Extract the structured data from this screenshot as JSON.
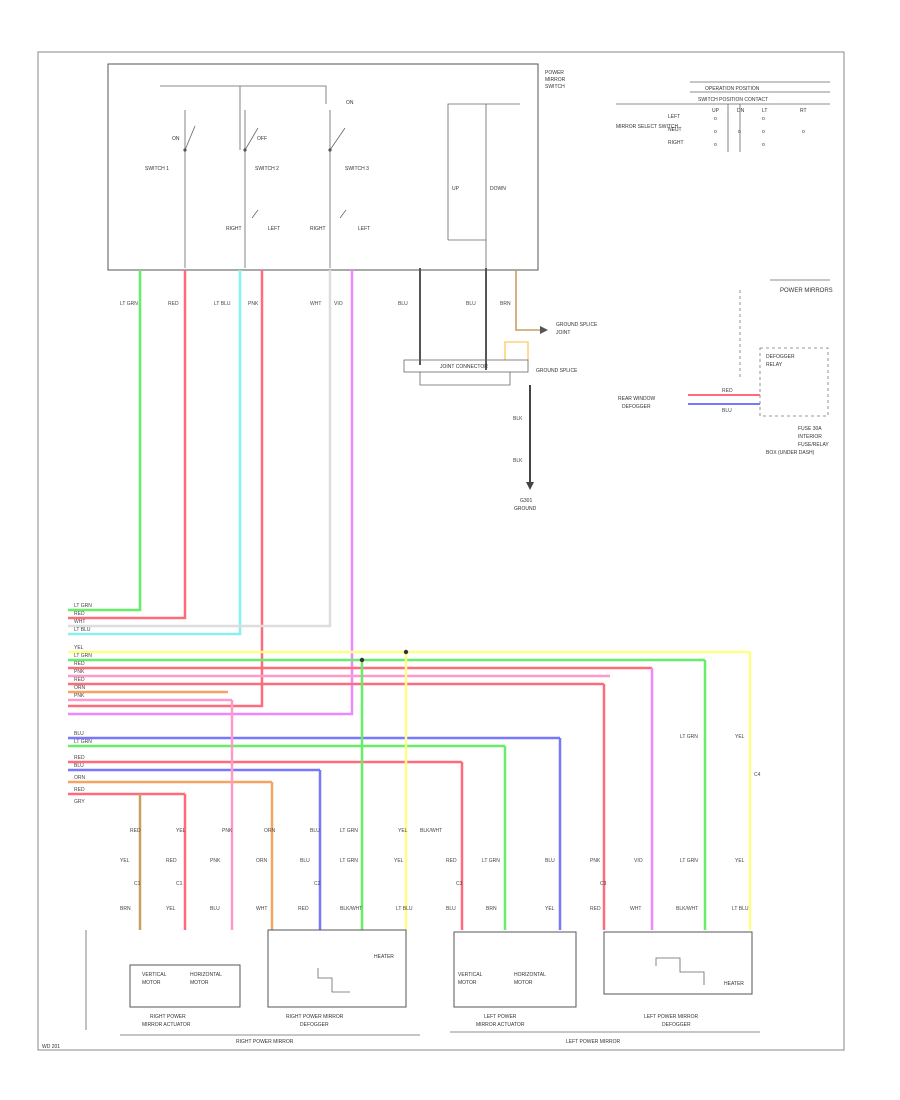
{
  "colors": {
    "lt_grn": "#66ee66",
    "red": "#ff6b7a",
    "lt_blu": "#88f0f0",
    "pink": "#ff9ac8",
    "wht": "#dddddd",
    "vio": "#ee88ff",
    "yel": "#ffff88",
    "orn": "#f4a460",
    "blu": "#7777ff",
    "brn": "#c8a060",
    "gry": "#aaaaaa",
    "blk": "#444444"
  },
  "wires": {
    "lt_grn": "LT GRN",
    "red": "RED",
    "lt_blu": "LT BLU",
    "pnk": "PNK",
    "wht": "WHT",
    "vio": "VIO",
    "blu": "BLU",
    "brn": "BRN",
    "yel": "YEL",
    "orn": "ORN",
    "gry": "GRY",
    "blk": "BLK",
    "blk_wht": "BLK/WHT"
  },
  "switch_box": {
    "title_line1": "POWER",
    "title_line2": "MIRROR",
    "title_line3": "SWITCH",
    "sw1": "SWITCH 1",
    "sw2": "SWITCH 2",
    "sw3": "SWITCH 3",
    "right": "RIGHT",
    "left": "LEFT",
    "up": "UP",
    "down": "DOWN",
    "on": "ON",
    "off": "OFF"
  },
  "logic_table": {
    "title": "OPERATION POSITION",
    "subtitle": "SWITCH POSITION CONTACT",
    "row_label": "MIRROR SELECT SWITCH",
    "rows": [
      "LEFT",
      "NEUT",
      "RIGHT"
    ],
    "cols": [
      "UP",
      "DN",
      "LT",
      "RT"
    ],
    "mark": "o"
  },
  "ground": {
    "g1_label": "GROUND SPLICE",
    "g1_line2": "JOINT",
    "g2_label": "G301",
    "g2_line2": "GROUND",
    "connector": "JOINT CONNECTOR"
  },
  "right_box": {
    "title": "POWER MIRRORS",
    "sub1": "DEFOGGER",
    "sub2": "RELAY",
    "conn_line1": "REAR WINDOW",
    "conn_line2": "DEFOGGER",
    "note1": "FUSE 30A",
    "note2": "INTERIOR",
    "note3": "FUSE/RELAY",
    "note4": "BOX (UNDER DASH)"
  },
  "connector_labels": {
    "c1": "C1",
    "c2": "C2",
    "c3": "C3",
    "c4": "C4"
  },
  "bottom": {
    "m1_line1": "RIGHT POWER",
    "m1_line2": "MIRROR ACTUATOR",
    "m2_line1": "RIGHT POWER MIRROR",
    "m2_line2": "DEFOGGER",
    "m3_line1": "LEFT POWER",
    "m3_line2": "MIRROR ACTUATOR",
    "m4_line1": "LEFT POWER MIRROR",
    "m4_line2": "DEFOGGER",
    "group_right": "RIGHT POWER MIRROR",
    "group_left": "LEFT POWER MIRROR",
    "vert": "VERTICAL",
    "horiz": "HORIZONTAL",
    "motor": "MOTOR",
    "heater": "HEATER"
  },
  "footer": {
    "id": "WD 201"
  }
}
